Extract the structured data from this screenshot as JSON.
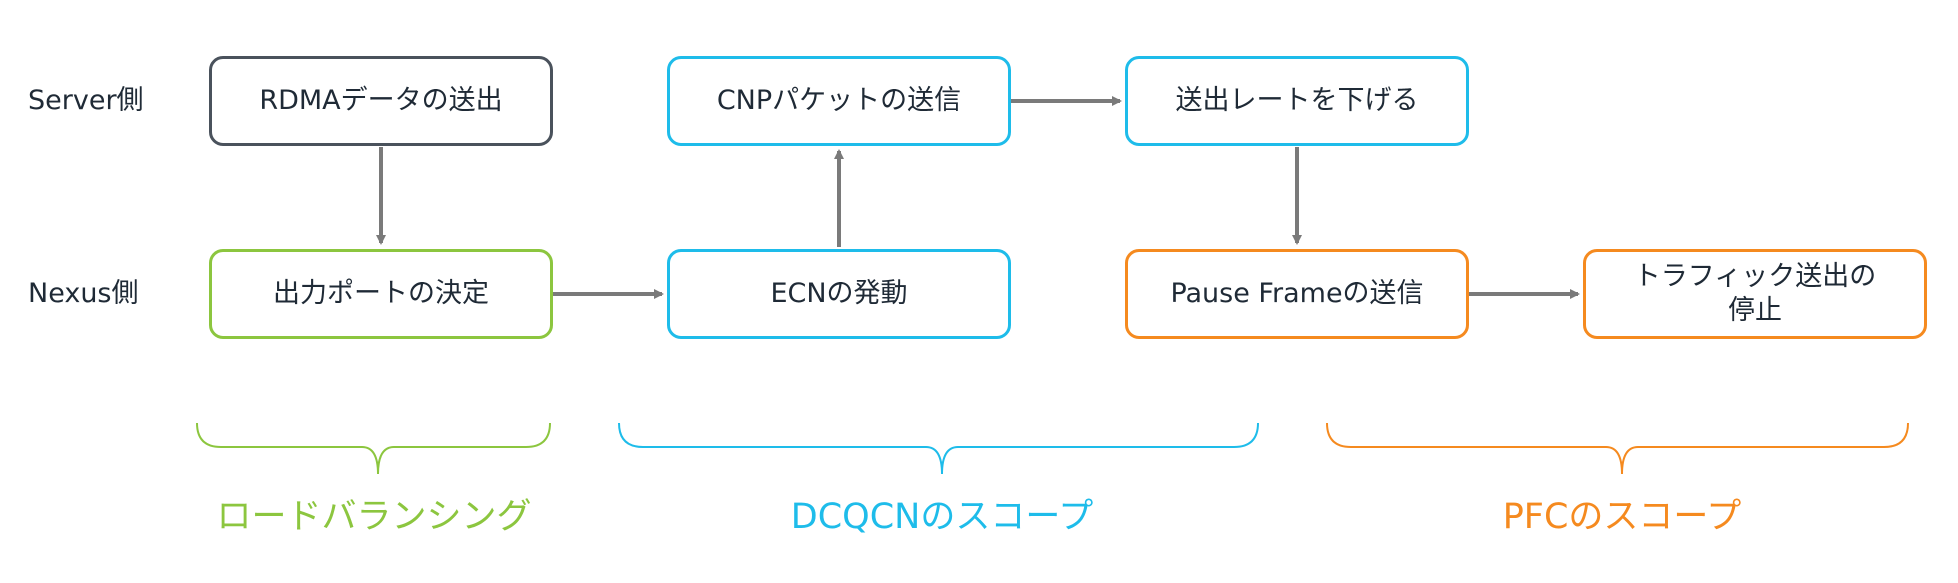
{
  "colors": {
    "gray": "#4a525c",
    "green": "#8cc63f",
    "cyan": "#1ebcea",
    "orange": "#f58a1f",
    "arrow": "#7a7a7a",
    "text": "#1f2a36"
  },
  "rows": {
    "server": "Server側",
    "nexus": "Nexus側"
  },
  "nodes": {
    "rdma_send": "RDMAデータの送出",
    "output_port": "出力ポートの決定",
    "ecn": "ECNの発動",
    "cnp_send": "CNPパケットの送信",
    "rate_down": "送出レートを下げる",
    "pause_frame": "Pause Frameの送信",
    "traffic_stop_line1": "トラフィック送出の",
    "traffic_stop_line2": "停止"
  },
  "scopes": {
    "load_balancing": "ロードバランシング",
    "dcqcn": "DCQCNのスコープ",
    "pfc": "PFCのスコープ"
  },
  "edges": [
    {
      "from": "rdma_send",
      "to": "output_port"
    },
    {
      "from": "output_port",
      "to": "ecn"
    },
    {
      "from": "ecn",
      "to": "cnp_send"
    },
    {
      "from": "cnp_send",
      "to": "rate_down"
    },
    {
      "from": "rate_down",
      "to": "pause_frame"
    },
    {
      "from": "pause_frame",
      "to": "traffic_stop"
    }
  ]
}
